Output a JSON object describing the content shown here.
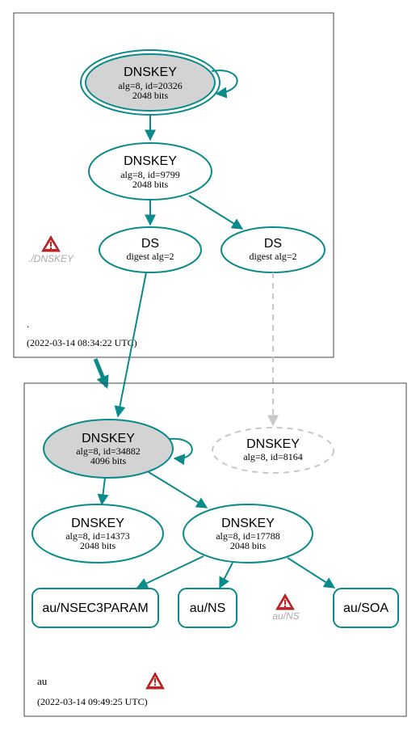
{
  "colors": {
    "edge": "#0a8a8a",
    "node_stroke": "#0a8a8a",
    "ksk_fill": "#d3d3d3",
    "dashed": "#c8c8c8",
    "warning_red": "#cc2222",
    "warning_text": "#aaaaaa",
    "box_stroke": "#444444"
  },
  "root_zone": {
    "name": ".",
    "timestamp": "(2022-03-14 08:34:22 UTC)",
    "warning_label": "./DNSKEY",
    "ksk": {
      "title": "DNSKEY",
      "line1": "alg=8, id=20326",
      "line2": "2048 bits"
    },
    "zsk": {
      "title": "DNSKEY",
      "line1": "alg=8, id=9799",
      "line2": "2048 bits"
    },
    "ds1": {
      "title": "DS",
      "line1": "digest alg=2"
    },
    "ds2": {
      "title": "DS",
      "line1": "digest alg=2"
    }
  },
  "au_zone": {
    "name": "au",
    "timestamp": "(2022-03-14 09:49:25 UTC)",
    "warning_label": "au/NS",
    "ksk": {
      "title": "DNSKEY",
      "line1": "alg=8, id=34882",
      "line2": "4096 bits"
    },
    "missing_key": {
      "title": "DNSKEY",
      "line1": "alg=8, id=8164"
    },
    "zsk1": {
      "title": "DNSKEY",
      "line1": "alg=8, id=14373",
      "line2": "2048 bits"
    },
    "zsk2": {
      "title": "DNSKEY",
      "line1": "alg=8, id=17788",
      "line2": "2048 bits"
    },
    "rr_nsec3param": "au/NSEC3PARAM",
    "rr_ns": "au/NS",
    "rr_soa": "au/SOA"
  }
}
